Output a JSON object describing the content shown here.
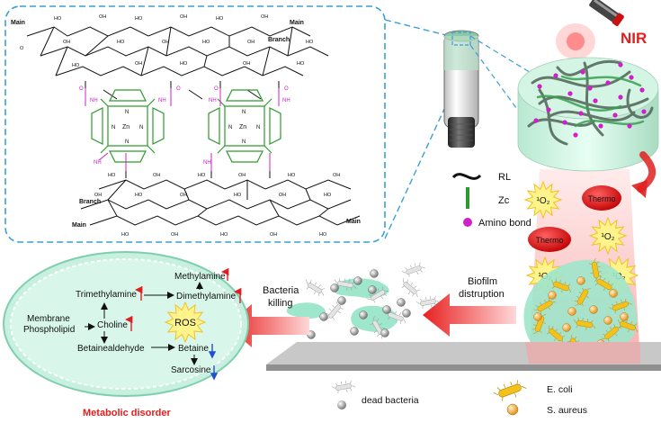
{
  "nir": "NIR",
  "inset": {
    "main_tl": "Main",
    "branch_tr": "Branch",
    "main_tr": "Main",
    "branch_bl": "Branch",
    "main_bl": "Main",
    "main_br": "Main",
    "ho": "HO",
    "oh": "OH",
    "o": "O",
    "n": "N",
    "zn": "Zn",
    "nh": "NH"
  },
  "legend": {
    "rl": "RL",
    "zc": "Zc",
    "amino": "Amino bond",
    "dead": "dead bacteria",
    "ecoli": "E. coli",
    "saureus": "S. aureus"
  },
  "beam": {
    "singlet_o2": "¹O₂",
    "thermo": "Thermo"
  },
  "steps": {
    "biofilm_1": "Biofilm",
    "biofilm_2": "distruption",
    "killing_1": "Bacteria",
    "killing_2": "killing"
  },
  "metabolic": {
    "methylamine": "Methylamine",
    "trimethylamine": "Trimethylamine",
    "dimethylamine": "Dimethylamine",
    "membrane": "Membrane",
    "phospholipid": "Phospholipid",
    "choline": "Choline",
    "ros": "ROS",
    "betainealdehyde": "Betainealdehyde",
    "betaine": "Betaine",
    "sarcosine": "Sarcosine",
    "title": "Metabolic disorder"
  },
  "colors": {
    "dash": "#3a9fd6",
    "green": "#2e9a2e",
    "magenta": "#d020c8",
    "red": "#e0201e",
    "cell": "#c8f0e0",
    "up_arrow": "#e02020",
    "down_arrow": "#2050d0"
  }
}
